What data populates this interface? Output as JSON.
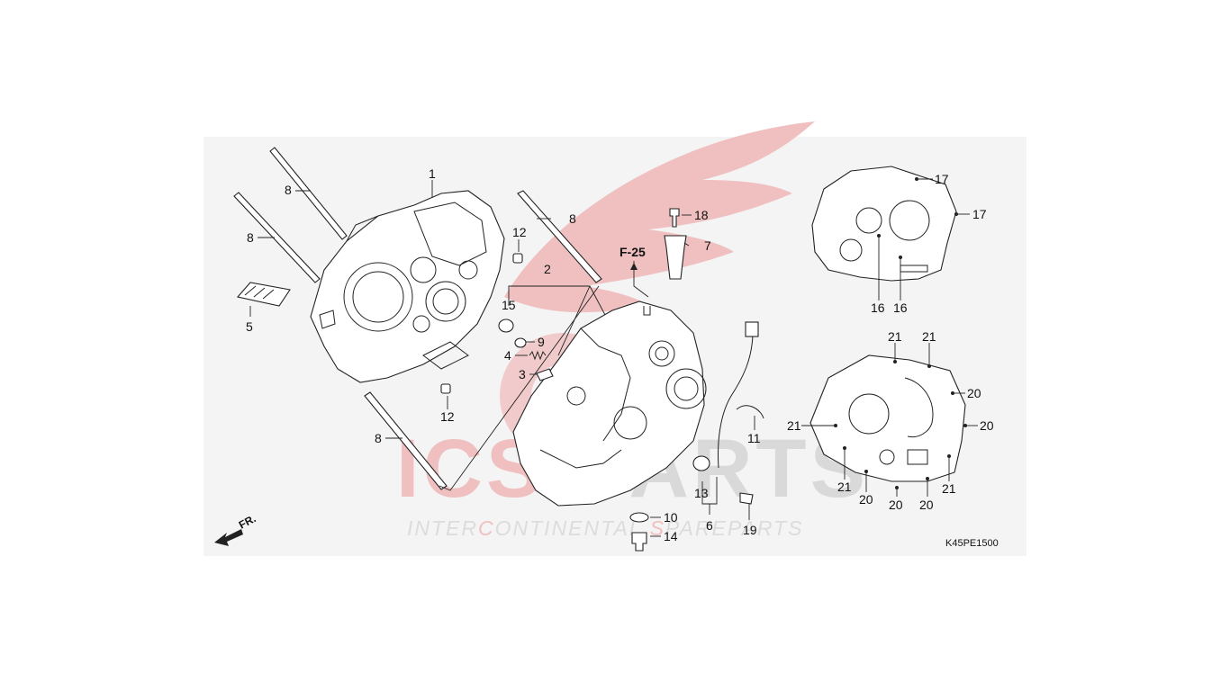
{
  "diagram": {
    "code": "K45PE1500",
    "reference": "F-25",
    "direction": "FR.",
    "watermark": {
      "word_a": "ICS",
      "word_b": "PARTS",
      "sub_a": "INTER",
      "sub_b": "C",
      "sub_c": "ONTINENTAL ",
      "sub_d": "S",
      "sub_e": "PAREPARTS"
    },
    "callouts": {
      "c1": "1",
      "c2": "2",
      "c3": "3",
      "c4": "4",
      "c5": "5",
      "c6": "6",
      "c7": "7",
      "c8a": "8",
      "c8b": "8",
      "c8c": "8",
      "c8d": "8",
      "c9": "9",
      "c10": "10",
      "c11": "11",
      "c12a": "12",
      "c12b": "12",
      "c13": "13",
      "c14": "14",
      "c15": "15",
      "c16a": "16",
      "c16b": "16",
      "c17a": "17",
      "c17b": "17",
      "c18": "18",
      "c19": "19",
      "c20a": "20",
      "c20b": "20",
      "c20c": "20",
      "c20d": "20",
      "c20e": "20",
      "c21a": "21",
      "c21b": "21",
      "c21c": "21",
      "c21d": "21",
      "c21e": "21"
    },
    "colors": {
      "watermark_red": "#f0c0c0",
      "watermark_gray": "#d9d9d9",
      "panel": "#f4f4f4"
    }
  }
}
